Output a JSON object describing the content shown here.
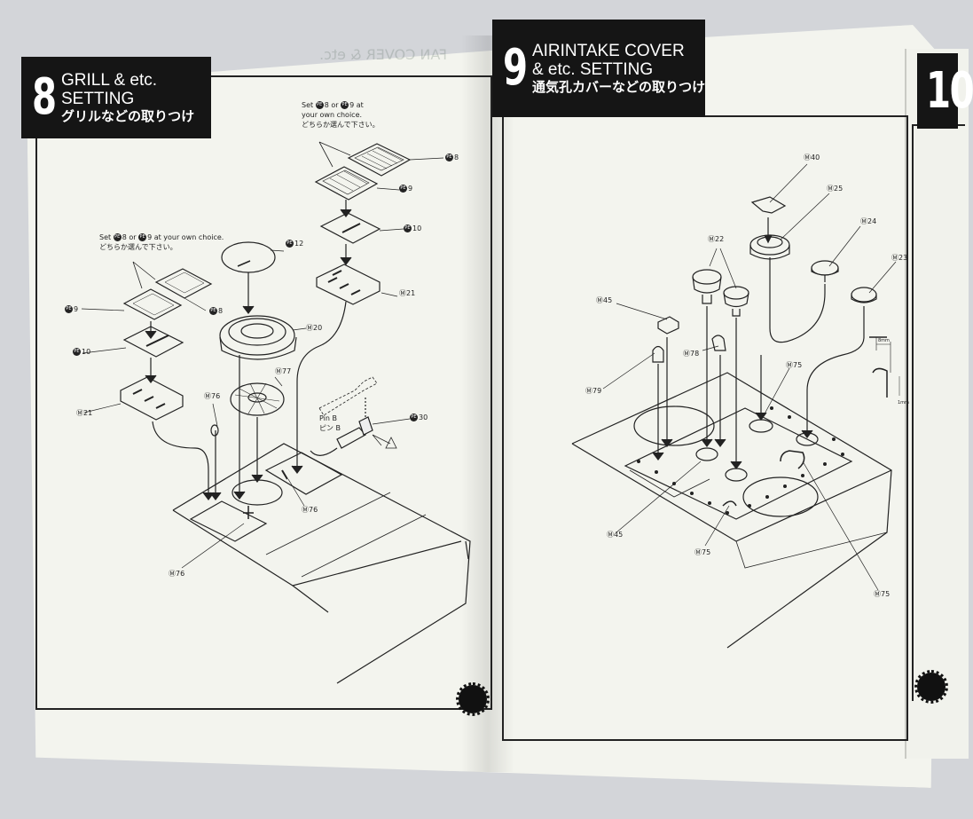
{
  "step8": {
    "number": "8",
    "title_line1": "GRILL & etc.",
    "title_line2": "SETTING",
    "title_jp": "グリルなどの取りつけ"
  },
  "step9": {
    "number": "9",
    "title_line1": "AIRINTAKE COVER",
    "title_line2": "& etc. SETTING",
    "title_jp": "通気孔カバーなどの取りつけ"
  },
  "step10": {
    "number": "10"
  },
  "ghost_text": "FAN COVER & etc.",
  "notes": {
    "top_en_a": "Set",
    "top_en_b": "8 or",
    "top_en_c": "9 at",
    "top_en_d": "your own choice.",
    "top_jp": "どちらか選んで下さい。",
    "left_en_a": "Set",
    "left_en_b": "8 or",
    "left_en_c": "9 at your own choice.",
    "left_jp": "どちらか選んで下さい。",
    "pin_en": "Pin B",
    "pin_jp": "ピン B"
  },
  "badge_pe": "PE",
  "labels_left": {
    "pe8_top": "8",
    "pe9_top": "9",
    "pe10_top": "10",
    "pe12": "12",
    "m21_top": "Ⓜ21",
    "m20": "Ⓜ20",
    "m77": "Ⓜ77",
    "pe9_left": "9",
    "pe8_left": "8",
    "pe10_left": "10",
    "m21_left": "Ⓜ21",
    "m76_a": "Ⓜ76",
    "m76_b": "Ⓜ76",
    "m76_c": "Ⓜ76",
    "pe30": "30"
  },
  "labels_right": {
    "m40": "Ⓜ40",
    "m25": "Ⓜ25",
    "m24": "Ⓜ24",
    "m23": "Ⓜ23",
    "m22": "Ⓜ22",
    "m45_top": "Ⓜ45",
    "m78": "Ⓜ78",
    "m79": "Ⓜ79",
    "m75_a": "Ⓜ75",
    "m45_bottom": "Ⓜ45",
    "m75_b": "Ⓜ75",
    "m75_c": "Ⓜ75",
    "dim_8mm": "8mm",
    "dim_1mm": "1mm"
  },
  "colors": {
    "ink": "#151515",
    "paper": "#f3f4ee",
    "background": "#d3d5d9"
  }
}
